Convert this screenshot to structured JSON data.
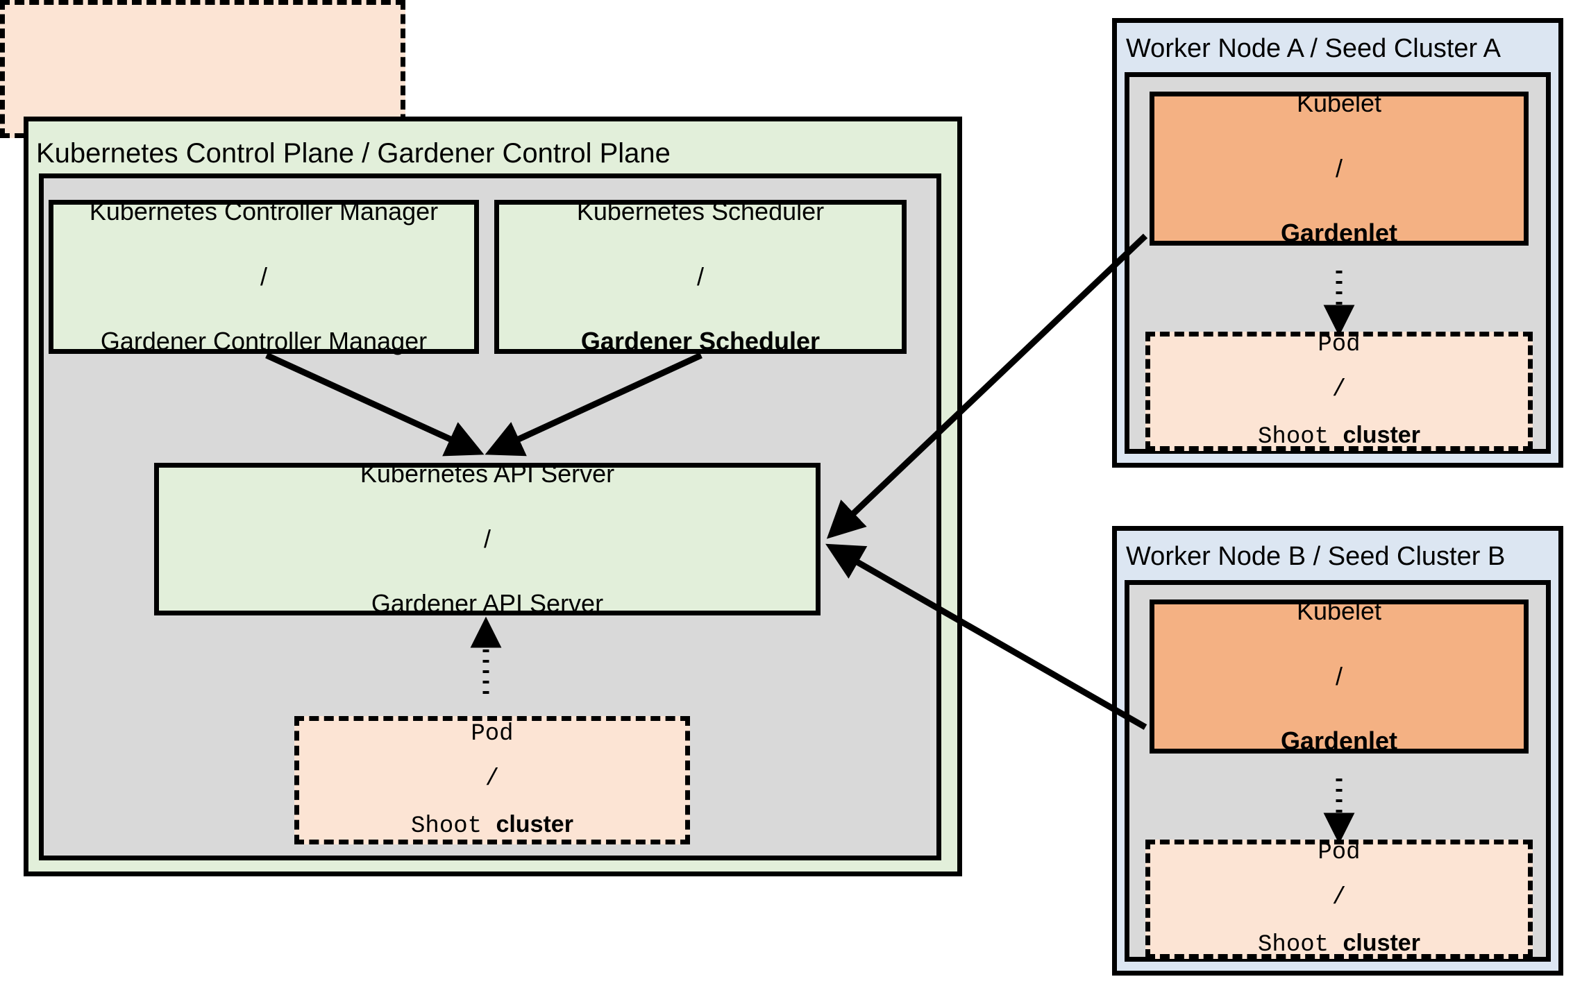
{
  "diagram": {
    "title": "Gardener architecture: Kubernetes control plane and seed clusters",
    "control_plane": {
      "title": "Kubernetes Control Plane / Gardener Control Plane",
      "components": [
        {
          "id": "controller-manager",
          "line1": "Kubernetes Controller Manager",
          "sep": "/",
          "line2": "Gardener Controller Manager",
          "line2_bold": false,
          "fill": "#e2efda"
        },
        {
          "id": "scheduler",
          "line1": "Kubernetes Scheduler",
          "sep": "/",
          "line2": "Gardener Scheduler",
          "line2_bold": true,
          "fill": "#e2efda"
        },
        {
          "id": "api-server",
          "line1": "Kubernetes API Server",
          "sep": "/",
          "line2": "Gardener API Server",
          "line2_bold": false,
          "fill": "#e2efda"
        }
      ],
      "pod": {
        "line1": "Pod",
        "sep": "/",
        "line2_regular": "Shoot ",
        "line2_bold": "cluster",
        "fill": "#fce4d4",
        "stacked": true
      },
      "inner_fill": "#d9d9d9",
      "outer_fill": "#e2efda"
    },
    "worker_nodes": [
      {
        "id": "worker-node-a",
        "title": "Worker Node A / Seed Cluster A",
        "outer_fill": "#dce6f2",
        "inner_fill": "#d9d9d9",
        "kubelet": {
          "line1": "Kubelet",
          "sep": "/",
          "line2": "Gardenlet",
          "line2_bold": true,
          "fill": "#f4b183"
        },
        "pod": {
          "line1": "Pod",
          "sep": "/",
          "line2_regular": "Shoot ",
          "line2_bold": "cluster",
          "fill": "#fce4d4"
        }
      },
      {
        "id": "worker-node-b",
        "title": "Worker Node B / Seed Cluster B",
        "outer_fill": "#dce6f2",
        "inner_fill": "#d9d9d9",
        "kubelet": {
          "line1": "Kubelet",
          "sep": "/",
          "line2": "Gardenlet",
          "line2_bold": true,
          "fill": "#f4b183"
        },
        "pod": {
          "line1": "Pod",
          "sep": "/",
          "line2_regular": "Shoot ",
          "line2_bold": "cluster",
          "fill": "#fce4d4"
        }
      }
    ],
    "connections": [
      {
        "id": "controller-manager-to-api-server",
        "style": "solid",
        "from": "controller-manager",
        "to": "api-server"
      },
      {
        "id": "scheduler-to-api-server",
        "style": "solid",
        "from": "scheduler",
        "to": "api-server"
      },
      {
        "id": "cp-pod-to-api-server",
        "style": "dotted",
        "from": "control-plane-pod",
        "to": "api-server"
      },
      {
        "id": "gardenlet-a-to-api-server",
        "style": "solid",
        "from": "worker-node-a-gardenlet",
        "to": "api-server"
      },
      {
        "id": "gardenlet-b-to-api-server",
        "style": "solid",
        "from": "worker-node-b-gardenlet",
        "to": "api-server"
      },
      {
        "id": "gardenlet-a-to-pod-a",
        "style": "dotted",
        "from": "worker-node-a-gardenlet",
        "to": "worker-node-a-pod"
      },
      {
        "id": "gardenlet-b-to-pod-b",
        "style": "dotted",
        "from": "worker-node-b-gardenlet",
        "to": "worker-node-b-pod"
      }
    ],
    "colors": {
      "green": "#e2efda",
      "gray": "#d9d9d9",
      "blue": "#dce6f2",
      "orange": "#f4b183",
      "peach": "#fce4d4",
      "stroke": "#000000"
    }
  }
}
